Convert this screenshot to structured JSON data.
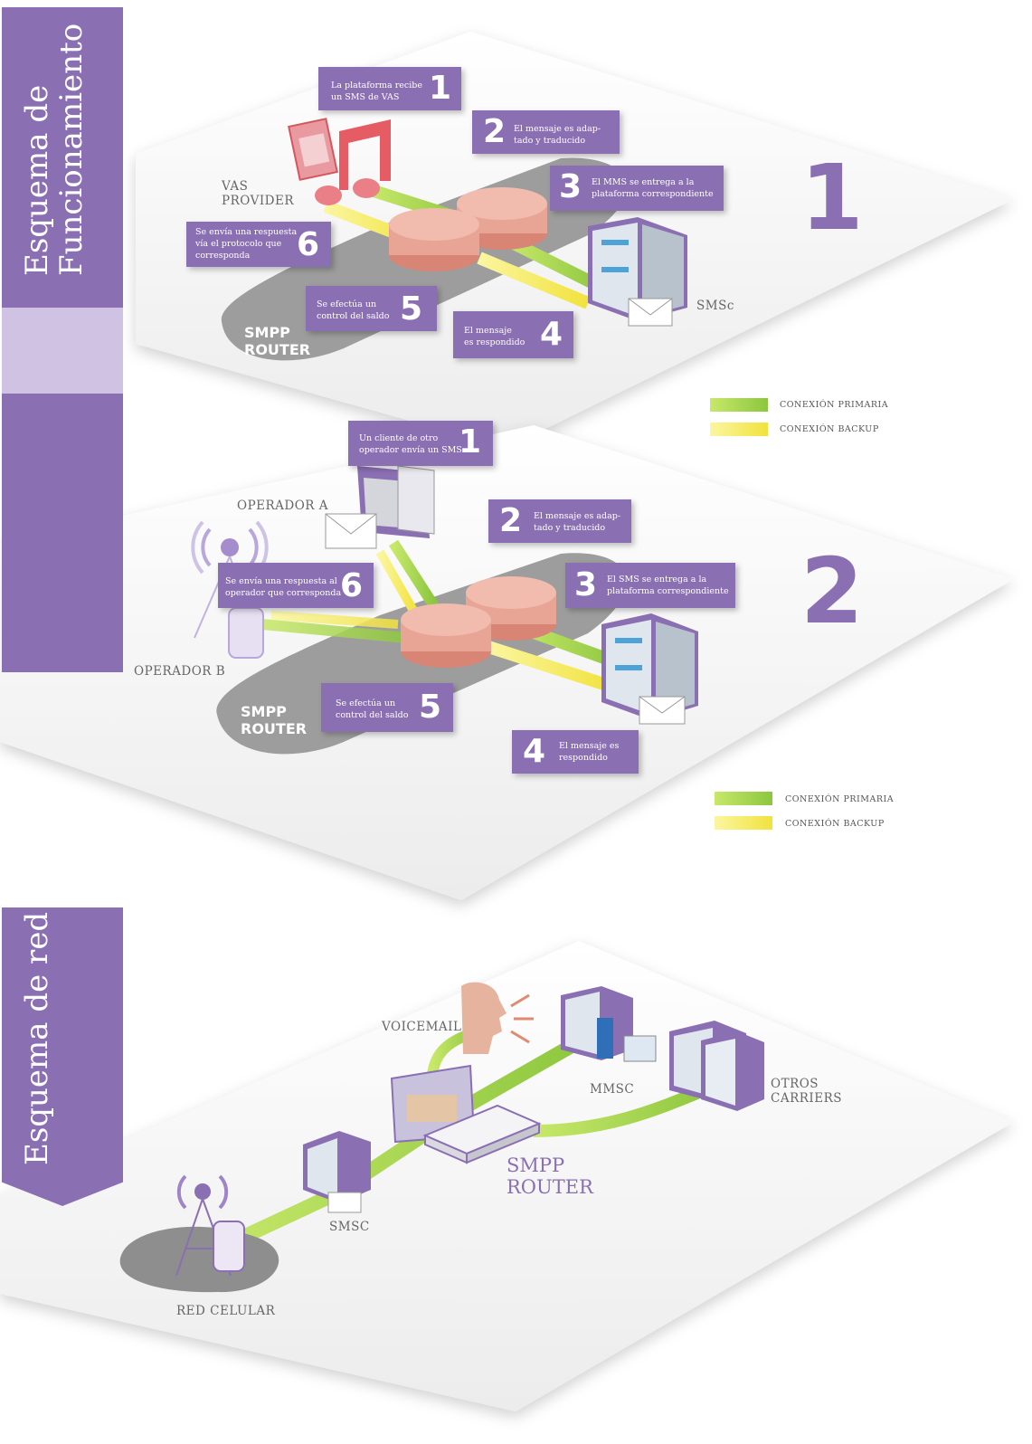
{
  "banners": {
    "funcionamiento": "Esquema de\nFuncionamiento",
    "red": "Esquema de red"
  },
  "scene1": {
    "big_number": "1",
    "callouts": [
      {
        "num": "1",
        "text": "La plataforma recibe\nun SMS de VAS"
      },
      {
        "num": "2",
        "text": "El mensaje es adap-\ntado y traducido"
      },
      {
        "num": "3",
        "text": "El MMS se entrega a la\nplataforma correspondiente"
      },
      {
        "num": "6",
        "text": "Se envía una respuesta\nvía el protocolo que\ncorresponda"
      },
      {
        "num": "5",
        "text": "Se efectúa un\ncontrol del saldo"
      },
      {
        "num": "4",
        "text": "El mensaje\nes respondido"
      }
    ],
    "labels": {
      "vas_provider": "VAS\nPROVIDER",
      "smsc": "SMSc",
      "router": "SMPP\nROUTER"
    },
    "legend": {
      "primary": "CONEXIÓN PRIMARIA",
      "backup": "CONEXIÓN BACKUP",
      "primary_color": "#9fd13a",
      "backup_color": "#f3ea45"
    }
  },
  "scene2": {
    "big_number": "2",
    "callouts": [
      {
        "num": "1",
        "text": "Un cliente de otro\noperador envía un SMS"
      },
      {
        "num": "2",
        "text": "El mensaje es adap-\ntado y traducido"
      },
      {
        "num": "3",
        "text": "El SMS se entrega a la\nplataforma correspondiente"
      },
      {
        "num": "6",
        "text": "Se envía una respuesta al\noperador que corresponda"
      },
      {
        "num": "5",
        "text": "Se efectúa un\ncontrol del saldo"
      },
      {
        "num": "4",
        "text": "El mensaje es\nrespondido"
      }
    ],
    "labels": {
      "operador_a": "OPERADOR A",
      "operador_b": "OPERADOR B",
      "router": "SMPP\nROUTER"
    },
    "legend": {
      "primary": "CONEXIÓN PRIMARIA",
      "backup": "CONEXIÓN BACKUP"
    }
  },
  "scene3": {
    "labels": {
      "voicemail": "VOICEMAIL",
      "mmsc": "MMSC",
      "otros_carriers": "OTROS\nCARRIERS",
      "smpp_router": "SMPP\nROUTER",
      "smsc": "SMSC",
      "red_celular": "RED CELULAR"
    }
  },
  "colors": {
    "purple": "#8b6fb3",
    "green": "#9fd13a",
    "yellow": "#f3ea45",
    "router": "#e8a596",
    "gray_platform": "#9a9a9a"
  }
}
